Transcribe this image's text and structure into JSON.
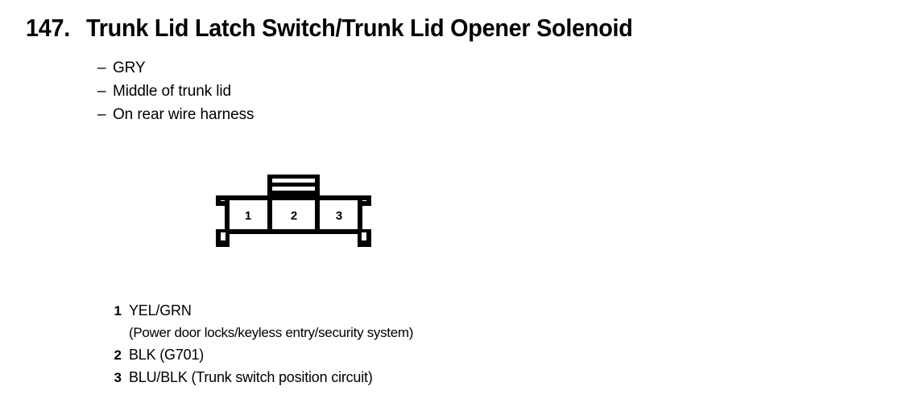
{
  "title": {
    "number": "147.",
    "name": "Trunk Lid Latch Switch/Trunk Lid Opener Solenoid"
  },
  "notes": {
    "dash": "–",
    "items": [
      {
        "label": "GRY"
      },
      {
        "label": "Middle of trunk lid"
      },
      {
        "label": "On rear wire harness"
      }
    ]
  },
  "connector": {
    "type": "3-cavity-connector",
    "cavities": [
      {
        "number": "1"
      },
      {
        "number": "2"
      },
      {
        "number": "3"
      }
    ],
    "line_color": "#000000",
    "fill_color": "#ffffff"
  },
  "legend": {
    "rows": [
      {
        "pin": "1",
        "wire": "YEL/GRN",
        "circuit": "(Power door locks/keyless entry/security system)"
      },
      {
        "pin": "2",
        "wire": "BLK (G701)",
        "circuit": ""
      },
      {
        "pin": "3",
        "wire": "BLU/BLK (Trunk switch position circuit)",
        "circuit": ""
      }
    ]
  }
}
